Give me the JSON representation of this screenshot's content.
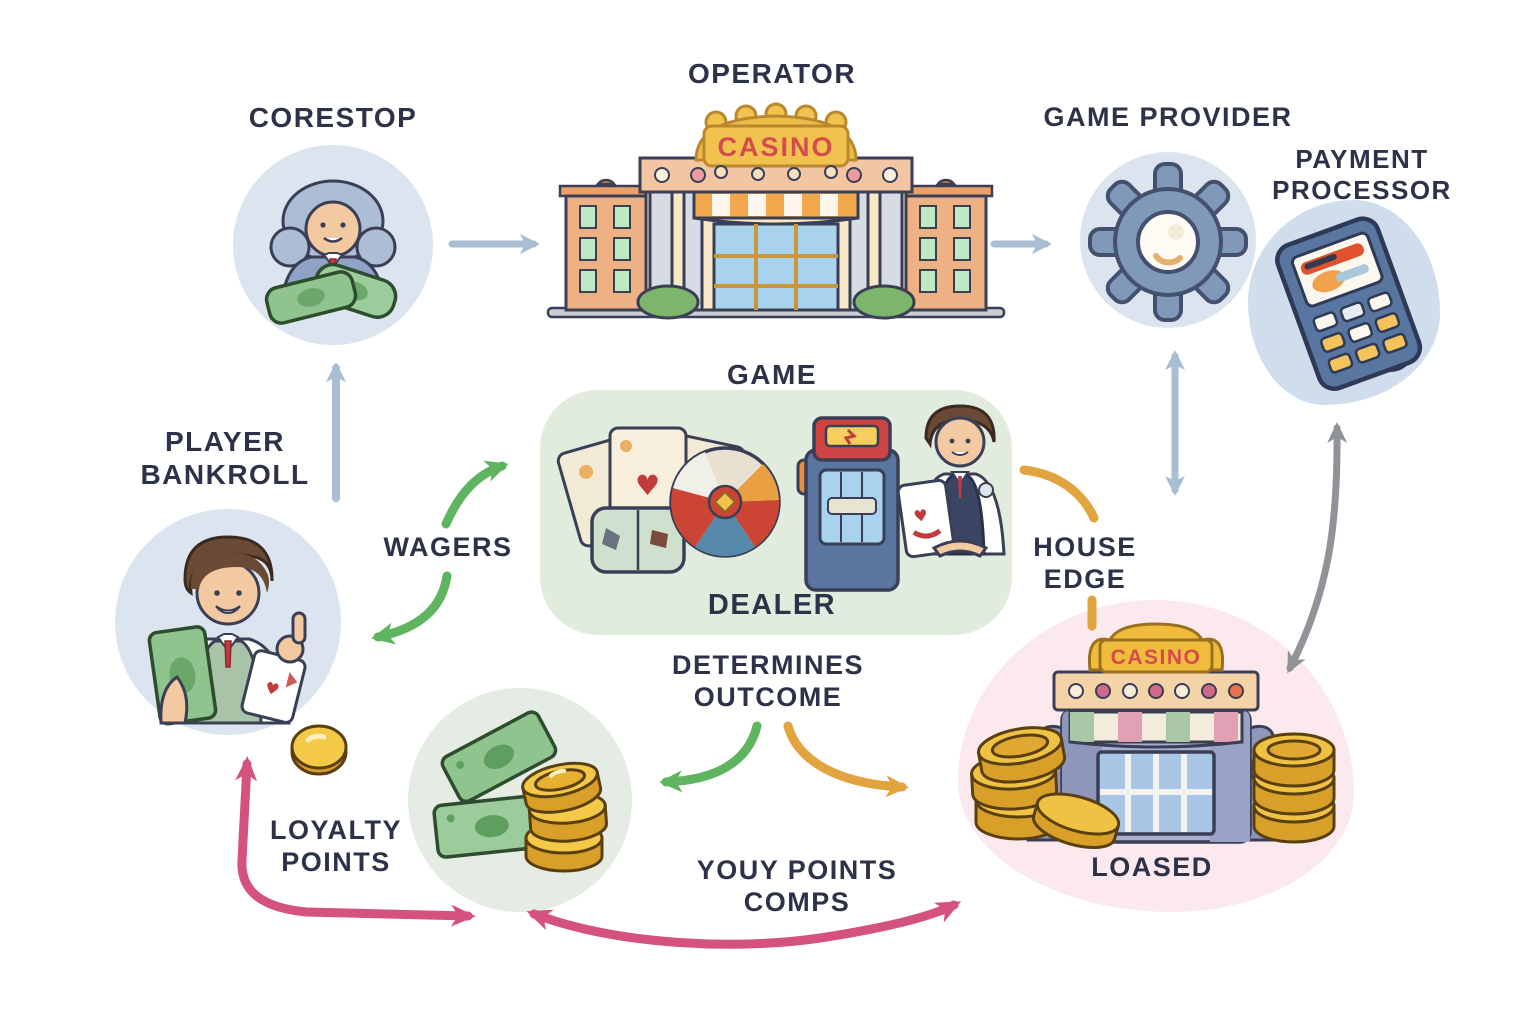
{
  "colors": {
    "text_dark": "#2e3248",
    "arrow_blue": "#a9bed2",
    "arrow_green": "#5fb45f",
    "arrow_orange": "#e2a43e",
    "arrow_pink": "#d5527c",
    "arrow_gray": "#909498",
    "node_blue": "#dce5ef",
    "game_bg": "#e1ecdf",
    "pink_blob": "#fbe9ee",
    "money_bg": "#e5ece4",
    "sign_gold": "#f2c24e",
    "sign_red": "#d44c4c"
  },
  "nodes": {
    "corestop": {
      "label": "CORESTOP",
      "icon": "cashier-person-icon"
    },
    "operator": {
      "label": "OPERATOR",
      "sign": "CASINO",
      "icon": "casino-building-icon"
    },
    "game_provider": {
      "label": "GAME PROVIDER",
      "icon": "gear-icon"
    },
    "payment_processor": {
      "line1": "PAYMENT",
      "line2": "PROCESSOR",
      "icon": "payment-terminal-icon"
    },
    "player_bankroll": {
      "line1": "PLAYER",
      "line2": "BANKROLL",
      "icon": "player-person-icon",
      "coin_icon": "gold-coin-icon"
    },
    "game": {
      "label": "GAME",
      "dealer": "DEALER",
      "icon": "cards-dice-roulette-slot-dealer-icon"
    },
    "winnings": {
      "icon": "money-bills-coins-icon"
    },
    "house_casino": {
      "label": "LOASED",
      "sign": "CASINO",
      "icon": "casino-storefront-coins-icon"
    }
  },
  "edges": {
    "wagers": {
      "label": "WAGERS"
    },
    "house_edge": {
      "line1": "HOUSE",
      "line2": "EDGE"
    },
    "determines_outcome": {
      "line1": "DETERMINES",
      "line2": "OUTCOME"
    },
    "loyalty_points": {
      "line1": "LOYALTY",
      "line2": "POINTS"
    },
    "points_comps": {
      "line1": "YOUY POINTS",
      "line2": "COMPS"
    }
  }
}
